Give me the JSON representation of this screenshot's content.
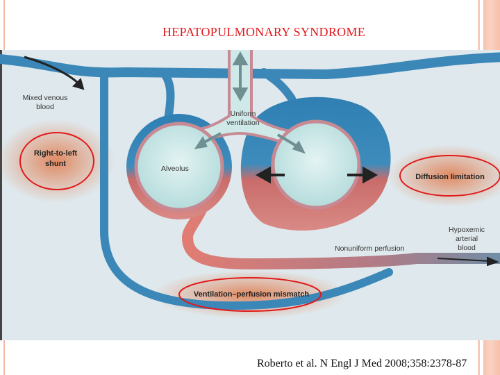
{
  "slide": {
    "title": "HEPATOPULMONARY  SYNDROME",
    "citation": "Roberto et al. N Engl J Med 2008;358:2378-87"
  },
  "diagram": {
    "labels": {
      "mixed_venous_1": "Mixed venous",
      "mixed_venous_2": "blood",
      "uniform_1": "Uniform",
      "uniform_2": "ventilation",
      "alveolus": "Alveolus",
      "nonuniform": "Nonuniform perfusion",
      "hypoxemic_1": "Hypoxemic",
      "hypoxemic_2": "arterial",
      "hypoxemic_3": "blood"
    },
    "highlighted": {
      "shunt_1": "Right-to-left",
      "shunt_2": "shunt",
      "diffusion": "Diffusion limitation",
      "vq": "Ventilation–perfusion mismatch"
    },
    "colors": {
      "title": "#e0191e",
      "venous": "#3b87b8",
      "arterial": "#d8706a",
      "highlight_ring": "#e01a1a",
      "background": "#dfe8ec"
    }
  }
}
